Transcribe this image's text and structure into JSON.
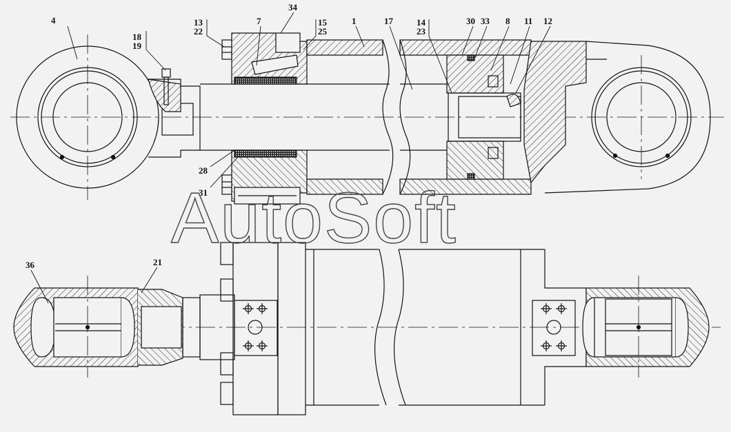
{
  "drawing": {
    "watermark": "AutoSoft",
    "callouts": [
      {
        "id": "c4",
        "text": "4"
      },
      {
        "id": "c18",
        "text": "18"
      },
      {
        "id": "c19",
        "text": "19"
      },
      {
        "id": "c13",
        "text": "13"
      },
      {
        "id": "c22",
        "text": "22"
      },
      {
        "id": "c7",
        "text": "7"
      },
      {
        "id": "c34",
        "text": "34"
      },
      {
        "id": "c15",
        "text": "15"
      },
      {
        "id": "c25",
        "text": "25"
      },
      {
        "id": "c1",
        "text": "1"
      },
      {
        "id": "c17",
        "text": "17"
      },
      {
        "id": "c14",
        "text": "14"
      },
      {
        "id": "c23",
        "text": "23"
      },
      {
        "id": "c30",
        "text": "30"
      },
      {
        "id": "c33",
        "text": "33"
      },
      {
        "id": "c8",
        "text": "8"
      },
      {
        "id": "c11",
        "text": "11"
      },
      {
        "id": "c12",
        "text": "12"
      },
      {
        "id": "c28",
        "text": "28"
      },
      {
        "id": "c31",
        "text": "31"
      },
      {
        "id": "c36",
        "text": "36"
      },
      {
        "id": "c21",
        "text": "21"
      }
    ]
  }
}
